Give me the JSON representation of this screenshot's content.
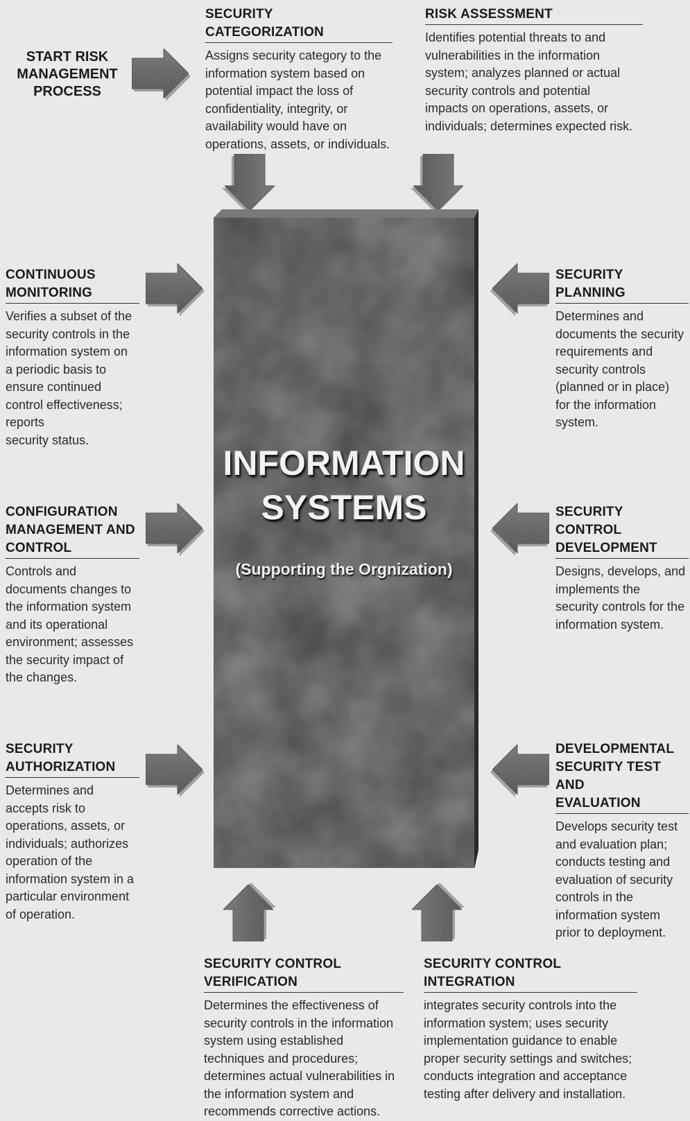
{
  "start": {
    "label": "START RISK\nMANAGEMENT\nPROCESS"
  },
  "center": {
    "title": "INFORMATION\nSYSTEMS",
    "subtitle": "(Supporting the Orgnization)"
  },
  "steps": {
    "categorization": {
      "title": "SECURITY CATEGORIZATION",
      "desc": "Assigns security category to the\ninformation system based on\npotential impact the loss of\nconfidentiality, integrity, or\navailability would have on\noperations, assets, or individuals."
    },
    "risk_assessment": {
      "title": "RISK ASSESSMENT",
      "desc": "Identifies potential threats to and\nvulnerabilities in the information\nsystem; analyzes planned or actual\nsecurity controls and potential\nimpacts on operations, assets, or\nindividuals; determines expected risk."
    },
    "continuous_monitoring": {
      "title": "CONTINUOUS\nMONITORING",
      "desc": "Verifies a subset of the\nsecurity controls in the\ninformation system on\na periodic basis to\nensure continued\ncontrol effectiveness;\nreports\nsecurity status."
    },
    "security_planning": {
      "title": "SECURITY\nPLANNING",
      "desc": "Determines and\ndocuments the security\nrequirements and\nsecurity controls\n(planned or in place)\nfor the information\nsystem."
    },
    "configuration_management": {
      "title": "CONFIGURATION\nMANAGEMENT AND\nCONTROL",
      "desc": "Controls and\ndocuments changes to\nthe information system\nand its operational\nenvironment; assesses\nthe security impact of\nthe changes."
    },
    "control_development": {
      "title": "SECURITY CONTROL\nDEVELOPMENT",
      "desc": "Designs, develops, and\nimplements the\nsecurity controls for the\ninformation system."
    },
    "authorization": {
      "title": "SECURITY\nAUTHORIZATION",
      "desc": "Determines and\naccepts risk to\noperations, assets, or\nindividuals; authorizes\noperation of the\ninformation system in a\nparticular environment\nof operation."
    },
    "test_evaluation": {
      "title": "DEVELOPMENTAL\nSECURITY TEST AND\nEVALUATION",
      "desc": "Develops security test\nand evaluation plan;\nconducts testing and\nevaluation of security\ncontrols in the\ninformation system\nprior to deployment."
    },
    "control_verification": {
      "title": "SECURITY CONTROL\nVERIFICATION",
      "desc": "Determines the effectiveness of\nsecurity controls in the information\nsystem using established\ntechniques and procedures;\ndetermines actual vulnerabilities in\nthe information system and\nrecommends corrective actions."
    },
    "control_integration": {
      "title": "SECURITY CONTROL\nINTEGRATION",
      "desc": "integrates security controls into the\ninformation system; uses security\nimplementation guidance to enable\nproper security settings and switches;\nconducts integration and acceptance\ntesting after delivery and installation."
    }
  },
  "colors": {
    "background": "#e9e9e9",
    "slab": "#3c3c3c",
    "arrow": "#4a4a4a",
    "text": "#222222"
  }
}
